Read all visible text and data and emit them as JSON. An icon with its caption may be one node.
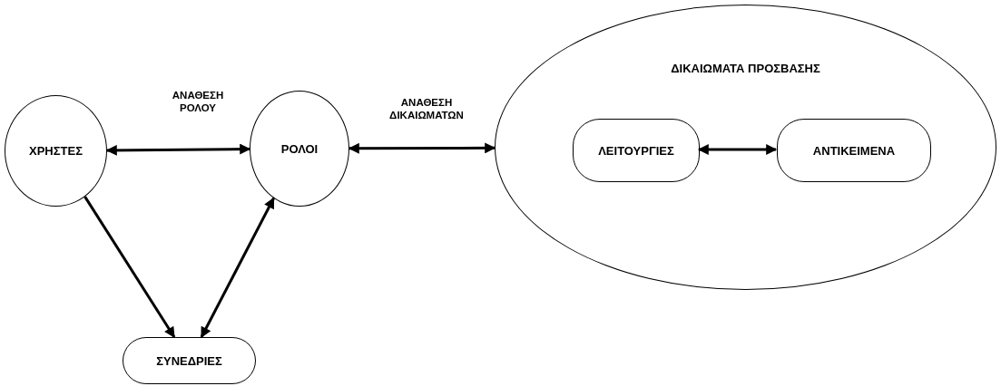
{
  "diagram": {
    "nodes": [
      {
        "text": [
          "ΧΡΗΣΤΕΣ"
        ]
      },
      {
        "text": [
          "ΡΟΛΟΙ"
        ]
      },
      {
        "text": [
          "ΣΥΝΕΔΡΙΕΣ"
        ]
      },
      {
        "text": [
          "ΔΙΚΑΙΩΜΑΤΑ ΠΡΟΣΒΑΣΗΣ"
        ]
      },
      {
        "text": [
          "ΛΕΙΤΟΥΡΓΙΕΣ"
        ],
        "in": 3
      },
      {
        "text": [
          "ΑΝΤΙΚΕΙΜΕΝΑ"
        ],
        "in": 3
      }
    ],
    "edges": [
      {
        "from": 0,
        "to": 1,
        "arrow": "both",
        "label": "ΑΝΑΘΕΣΗ ΡΟΛΟΥ"
      },
      {
        "from": 1,
        "to": 3,
        "arrow": "both",
        "label": "ΑΝΑΘΕΣΗ ΔΙΚΑΙΩΜΑΤΩΝ"
      },
      {
        "from": 0,
        "to": 2,
        "arrow": "to"
      },
      {
        "from": 2,
        "to": 1,
        "arrow": "both"
      },
      {
        "from": 4,
        "to": 5,
        "arrow": "both"
      }
    ]
  }
}
